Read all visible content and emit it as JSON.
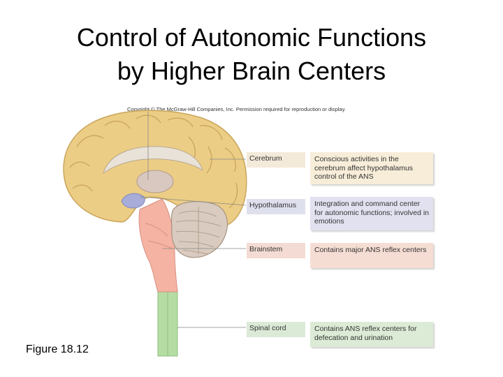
{
  "title_line1": "Control of Autonomic Functions",
  "title_line2": "by Higher Brain Centers",
  "copyright": "Copyright © The McGraw-Hill Companies, Inc. Permission required for reproduction or display.",
  "figure_label": "Figure 18.12",
  "regions": [
    {
      "label": "Cerebrum",
      "description": "Conscious activities in the cerebrum affect hypothalamus control of the ANS"
    },
    {
      "label": "Hypothalamus",
      "description": "Integration and command center for autonomic functions; involved in emotions"
    },
    {
      "label": "Brainstem",
      "description": "Contains major ANS reflex centers"
    },
    {
      "label": "Spinal cord",
      "description": "Contains ANS reflex centers for defecation and urination"
    }
  ],
  "colors": {
    "cerebrum": "#e9c97a",
    "hypothalamus": "#9fa6d2",
    "brainstem": "#f2a99b",
    "spinal_cord": "#a9d69a"
  }
}
